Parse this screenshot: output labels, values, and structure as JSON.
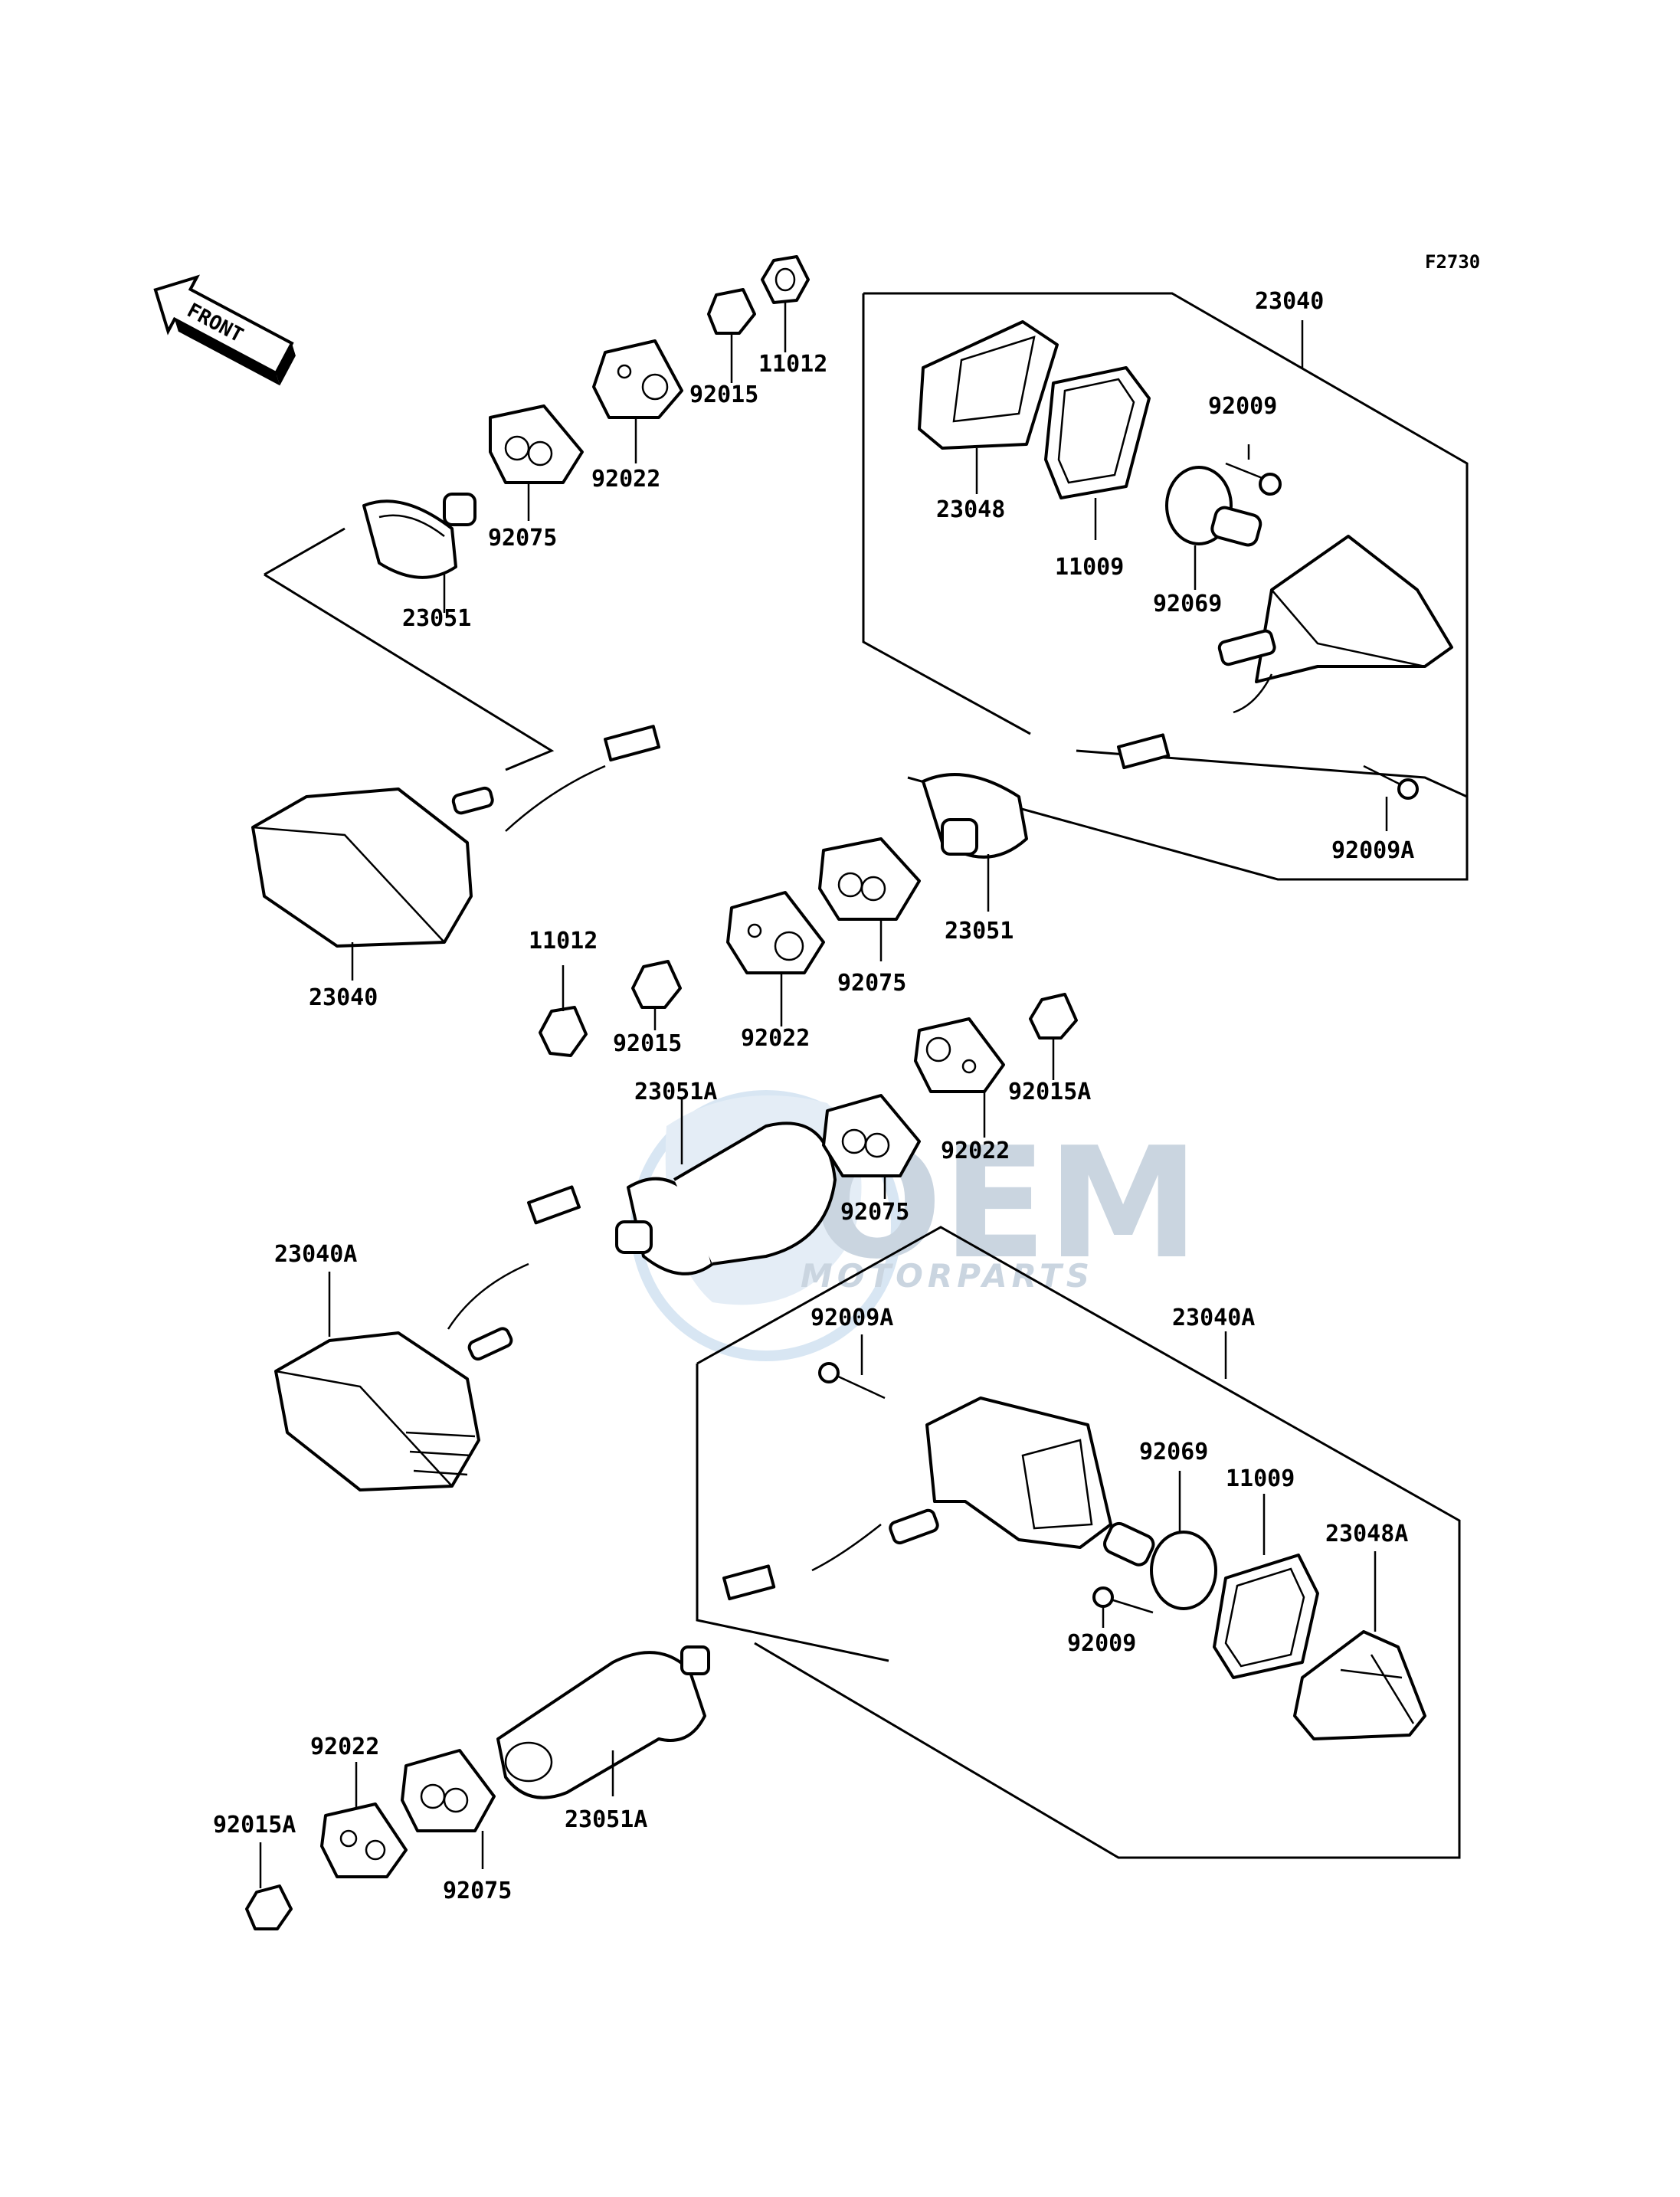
{
  "figure_code": "F2730",
  "front_label": "FRONT",
  "watermark": {
    "brand": "OEM",
    "tagline": "MOTORPARTS"
  },
  "labels": {
    "l_23040_tr": "23040",
    "l_23048": "23048",
    "l_11009_top": "11009",
    "l_92069_top": "92069",
    "l_92009_top": "92009",
    "l_92009A_top": "92009A",
    "l_23051_right": "23051",
    "l_11012_top": "11012",
    "l_92015_top": "92015",
    "l_92022_top": "92022",
    "l_92075_top": "92075",
    "l_23051_left": "23051",
    "l_23040_left": "23040",
    "l_11012_mid": "11012",
    "l_92015_mid": "92015",
    "l_92022_mid": "92022",
    "l_92075_mid": "92075",
    "l_23051A_mid": "23051A",
    "l_92015A_mid": "92015A",
    "l_92022_mid2": "92022",
    "l_92075_mid2": "92075",
    "l_23040A_left": "23040A",
    "l_92009A_bot": "92009A",
    "l_23040A_bot": "23040A",
    "l_92069_bot": "92069",
    "l_11009_bot": "11009",
    "l_23048A": "23048A",
    "l_92009_bot": "92009",
    "l_92022_bot": "92022",
    "l_92015A_bot": "92015A",
    "l_92075_bot": "92075",
    "l_23051A_bot": "23051A"
  }
}
